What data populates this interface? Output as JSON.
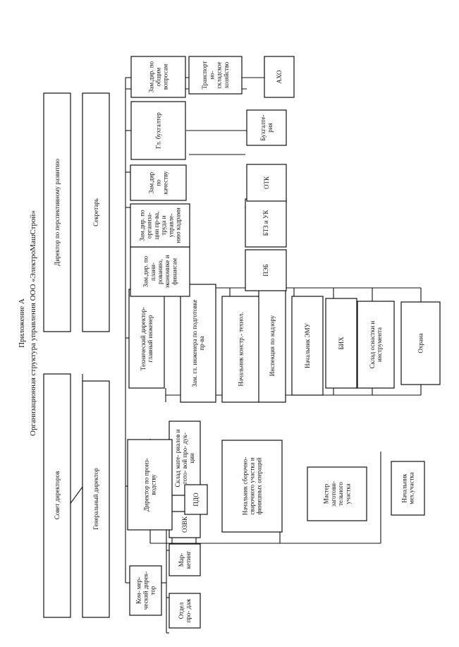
{
  "heading": {
    "appendix": "Приложение А",
    "subtitle": "Организационная структура управления ООО «ЭлектроМашСтрой»"
  },
  "top": {
    "board": "Совет директоров",
    "dev_director": "Директор по перспективному развитию",
    "general_director": "Генеральный директор",
    "secretary": "Секретарь"
  },
  "branches": {
    "left": [
      {
        "label": "Ком- мер- ческий дирек- тор",
        "subs": [
          "Отдел про- даж",
          "Мар- кетинг",
          "ОЗВК",
          "Склад мате- риалов и гото- вой про- дук- ции"
        ]
      }
    ],
    "production": {
      "label": "Директор по произ- водству",
      "subs": [
        "ПДО",
        "Начальник сборочно- сварочного участка и финишных операций",
        "Мастер заготови- тельного участка",
        "Начальник мех.участка"
      ]
    },
    "technical": {
      "label": "Технический директор- главный инженер",
      "subs": [
        "Зам. гл. инженера по подготовке пр-ва",
        "Начальник констр.- технол.",
        "Инспекция по надзору",
        "Начальник ЭМУ",
        "БИХ",
        "Склад оснастки и инструмента",
        "Охрана"
      ]
    },
    "right": [
      {
        "label": "Зам.дир. по плани- рованию, экономике и финансам",
        "subs": [
          "ПЭБ"
        ]
      },
      {
        "label": "Зам.дир. по организа- ции пр-ва, труда и управле- нию кадрами",
        "subs": [
          "БТЗ и УК"
        ]
      },
      {
        "label": "Зам.дир по качеству",
        "subs": [
          "ОТК"
        ]
      },
      {
        "label": "Гл. бухгалтер",
        "subs": [
          "Бухгалте- рия"
        ]
      },
      {
        "label": "Зам.дир. по общим вопросам",
        "subs": [
          "Транспорт но- складское хозяйство",
          "АХО"
        ]
      }
    ]
  }
}
